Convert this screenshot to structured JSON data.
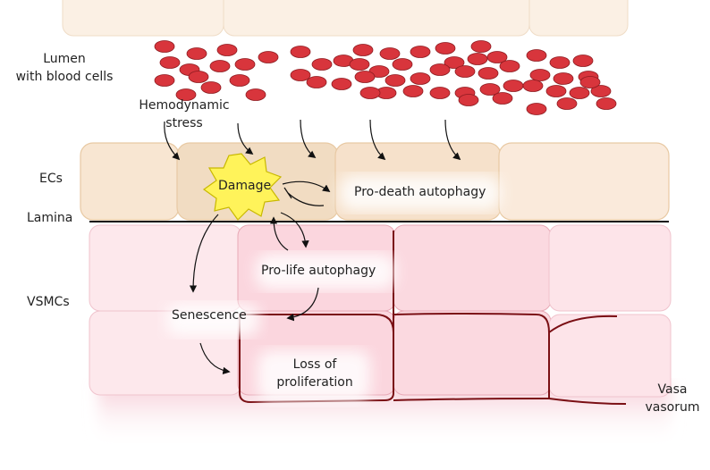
{
  "labels": {
    "lumen": "Lumen\nwith blood cells",
    "hemodynamic_stress": "Hemodynamic\nstress",
    "ecs": "ECs",
    "lamina": "Lamina",
    "vsmcs": "VSMCs",
    "damage": "Damage",
    "pro_death_autophagy": "Pro-death autophagy",
    "pro_life_autophagy": "Pro-life autophagy",
    "senescence": "Senescence",
    "loss_of_proliferation": "Loss of\nproliferation",
    "vasa_vasorum": "Vasa\nvasorum"
  },
  "colors": {
    "blood_cell": "#d8353c",
    "blood_cell_stroke": "#8e1b20",
    "endothelial_cell": "#f8e6d2",
    "endothelial_border": "#e8c9a3",
    "smooth_muscle_cell": "#fbdde3",
    "smooth_muscle_border": "#e8a9b6",
    "vasa_vasorum": "#7a0f14",
    "damage_burst": "#fff35a",
    "damage_stroke": "#c8b800"
  }
}
